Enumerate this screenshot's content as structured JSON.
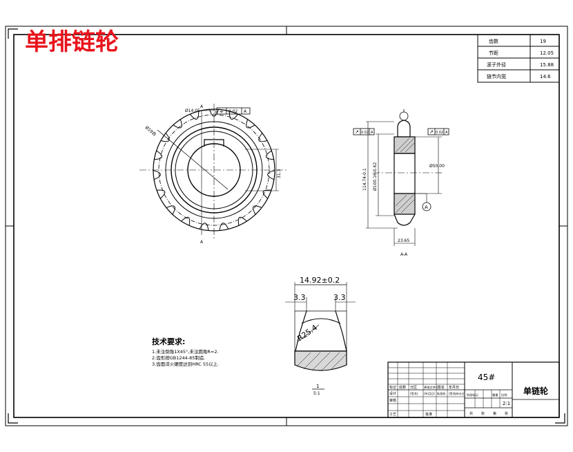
{
  "title": "单排链轮",
  "param_table": [
    {
      "label": "齿数",
      "value": "19"
    },
    {
      "label": "节距",
      "value": "12.05"
    },
    {
      "label": "滚子外径",
      "value": "15.88"
    },
    {
      "label": "链节内宽",
      "value": "14.6"
    }
  ],
  "front_view": {
    "dim_top": "Ø14.05",
    "tol_top": "0.02",
    "datum_top": "A",
    "dim_pcd": "Ø19齿",
    "dim_keyway": "31.3",
    "section_mark_top": "A",
    "section_mark_bottom": "A"
  },
  "side_view": {
    "tol_left": "0.02",
    "datum_left": "A",
    "tol_right": "0.02",
    "datum_right": "A",
    "dim_outer": "114.74-0.1",
    "dim_root": "Ø100.16-0.62",
    "dim_bore": "Ø50.00",
    "dim_width": "23.65",
    "datum_label": "A",
    "section_label": "A-A"
  },
  "tooth_detail": {
    "dim_width": "14.92±0.2",
    "dim_chamfer_left": "3.3",
    "dim_chamfer_right": "3.3",
    "dim_radius": "R25.4",
    "scale_top": "1",
    "scale_bottom": "5:1"
  },
  "requirements": {
    "heading": "技术要求:",
    "items": [
      "1.未注倒角1X45°,未注圆角R=2.",
      "2.齿形按GB1244-85制造.",
      "3.齿面淬火硬度达到HRC 55以上."
    ]
  },
  "title_block": {
    "material": "45#",
    "part_name": "单链轮",
    "scale": "2:1",
    "row1": [
      "标记",
      "处数",
      "分区",
      "更改文件号",
      "签名",
      "年月日"
    ],
    "row2": [
      "设计",
      "(签名)",
      "(年月日)",
      "标准化",
      "(签名)",
      "(年月日)"
    ],
    "row3": [
      "审核"
    ],
    "row4": [
      "工艺",
      "批准"
    ],
    "stage_labels": [
      "阶段标记",
      "重量",
      "比例"
    ],
    "sheet_labels": [
      "共",
      "张",
      "第",
      "张"
    ]
  }
}
